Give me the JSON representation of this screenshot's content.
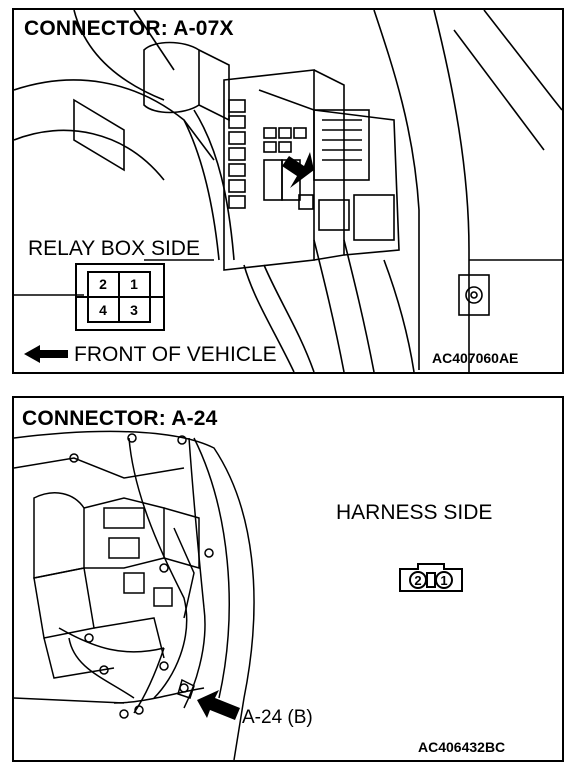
{
  "top_panel": {
    "title": "CONNECTOR: A-07X",
    "side_label": "RELAY BOX SIDE",
    "front_label": "FRONT OF VEHICLE",
    "figure_code": "AC407060AE",
    "connector_pins": [
      "2",
      "1",
      "4",
      "3"
    ]
  },
  "bottom_panel": {
    "title": "CONNECTOR: A-24",
    "side_label": "HARNESS SIDE",
    "connector_label": "A-24 (B)",
    "figure_code": "AC406432BC",
    "connector_pins": [
      "2",
      "1"
    ]
  }
}
